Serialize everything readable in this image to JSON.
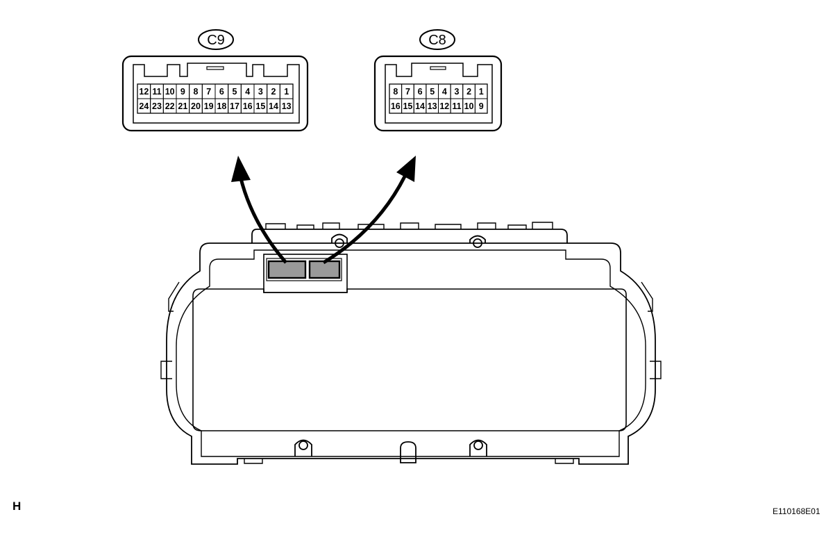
{
  "view_letter": "H",
  "figure_code": "E110168E01",
  "connectors": [
    {
      "id": "c9",
      "label": "C9",
      "top_row": [
        "12",
        "11",
        "10",
        "9",
        "8",
        "7",
        "6",
        "5",
        "4",
        "3",
        "2",
        "1"
      ],
      "bottom_row": [
        "24",
        "23",
        "22",
        "21",
        "20",
        "19",
        "18",
        "17",
        "16",
        "15",
        "14",
        "13"
      ]
    },
    {
      "id": "c8",
      "label": "C8",
      "top_row": [
        "8",
        "7",
        "6",
        "5",
        "4",
        "3",
        "2",
        "1"
      ],
      "bottom_row": [
        "16",
        "15",
        "14",
        "13",
        "12",
        "11",
        "10",
        "9"
      ]
    }
  ],
  "colors": {
    "line": "#000000",
    "socket_fill": "#9a9a9a",
    "background": "#ffffff"
  }
}
